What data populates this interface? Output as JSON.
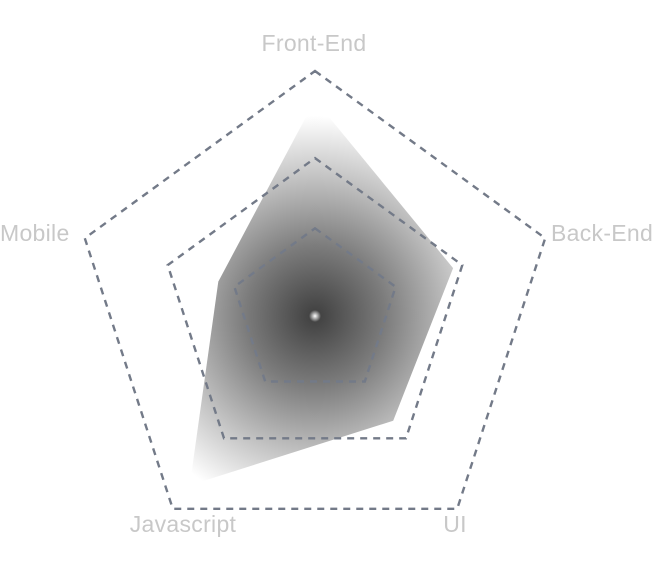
{
  "chart_data": {
    "type": "radar",
    "categories": [
      "Front-End",
      "Back-End",
      "UI",
      "Javascript",
      "Mobile"
    ],
    "series": [
      {
        "values": [
          0.88,
          0.6,
          0.55,
          0.88,
          0.42
        ]
      }
    ],
    "rings": [
      0.35,
      0.64,
      1.0
    ],
    "range": [
      0,
      1
    ],
    "grid": true,
    "colors": {
      "grid": "#737a88",
      "label": "#c8c8c8",
      "fill_center": "#555555",
      "fill_edge": "#ffffff"
    }
  }
}
